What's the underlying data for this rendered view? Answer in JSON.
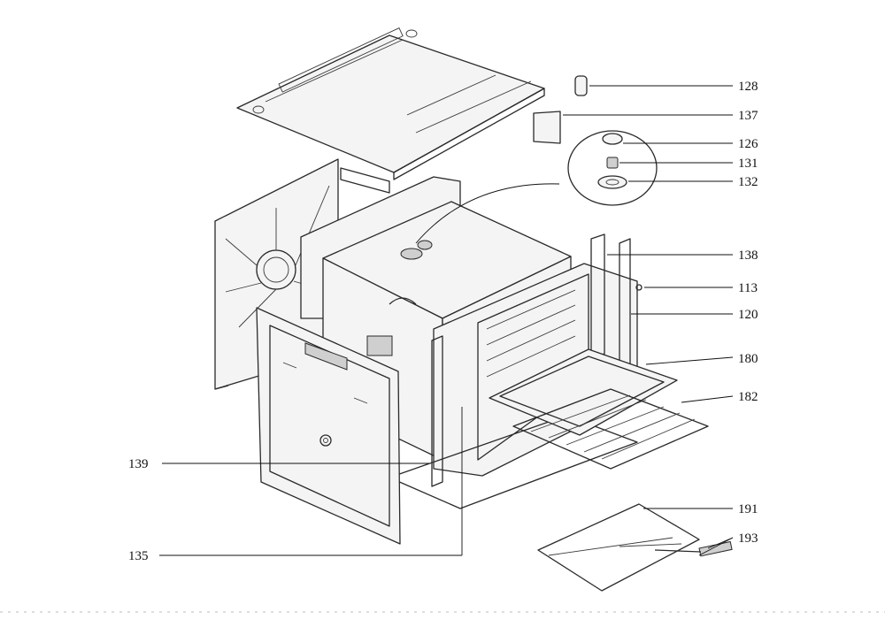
{
  "diagram": {
    "callouts": [
      {
        "id": "128",
        "label": "128"
      },
      {
        "id": "137",
        "label": "137"
      },
      {
        "id": "126",
        "label": "126"
      },
      {
        "id": "131",
        "label": "131"
      },
      {
        "id": "132",
        "label": "132"
      },
      {
        "id": "138",
        "label": "138"
      },
      {
        "id": "113",
        "label": "113"
      },
      {
        "id": "120",
        "label": "120"
      },
      {
        "id": "180",
        "label": "180"
      },
      {
        "id": "182",
        "label": "182"
      },
      {
        "id": "139",
        "label": "139"
      },
      {
        "id": "191",
        "label": "191"
      },
      {
        "id": "193",
        "label": "193"
      },
      {
        "id": "135",
        "label": "135"
      }
    ],
    "line_color": "#2a2a2a",
    "background_color": "#ffffff"
  }
}
